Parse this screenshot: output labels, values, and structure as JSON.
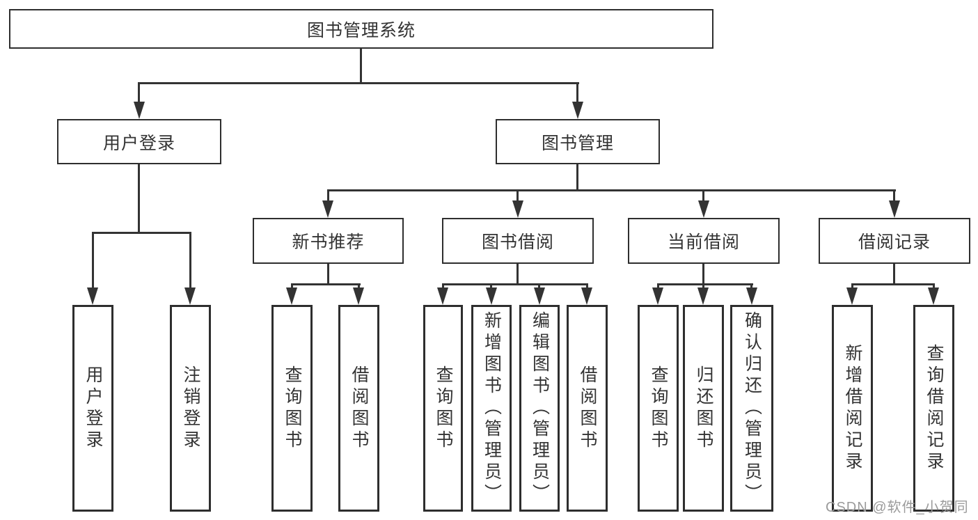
{
  "diagram": {
    "tree": {
      "root": "图书管理系统",
      "branches": [
        {
          "label": "用户登录",
          "children": [
            "用户登录",
            "注销登录"
          ]
        },
        {
          "label": "图书管理",
          "sections": [
            {
              "label": "新书推荐",
              "children": [
                "查询图书",
                "借阅图书"
              ]
            },
            {
              "label": "图书借阅",
              "children": [
                "查询图书",
                "新增图书（管理员）",
                "编辑图书（管理员）",
                "借阅图书"
              ]
            },
            {
              "label": "当前借阅",
              "children": [
                "查询图书",
                "归还图书",
                "确认归还（管理员）"
              ]
            },
            {
              "label": "借阅记录",
              "children": [
                "新增借阅记录",
                "查询借阅记录"
              ]
            }
          ]
        }
      ]
    }
  },
  "watermark": {
    "text": "CSDN @软件_小贺同学"
  },
  "colors": {
    "line": "#333333",
    "border": "#2e2e2e",
    "text": "#333333",
    "background": "#ffffff",
    "watermark": "#9b9b9b"
  }
}
